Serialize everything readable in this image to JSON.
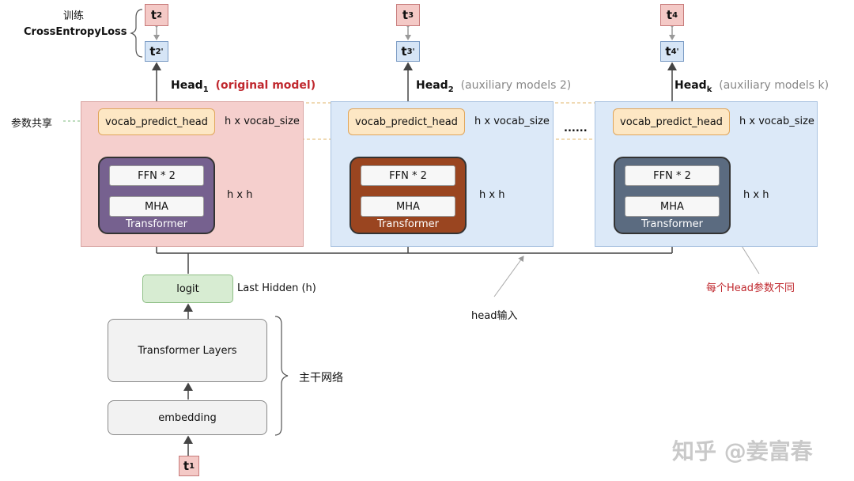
{
  "train_label": "训练",
  "loss_label": "CrossEntropyLoss",
  "heads": [
    {
      "target": "t",
      "target_sub": "2",
      "pred": "t",
      "pred_sub": "2'",
      "head_title": "Head",
      "head_sub": "1",
      "head_desc": "(original model)",
      "vocab": "vocab_predict_head",
      "vocab_dim": "h x vocab_size",
      "ffn": "FFN * 2",
      "mha": "MHA",
      "transformer": "Transformer",
      "hidden_dim": "h x h"
    },
    {
      "target": "t",
      "target_sub": "3",
      "pred": "t",
      "pred_sub": "3'",
      "head_title": "Head",
      "head_sub": "2",
      "head_desc": "(auxiliary models 2)",
      "vocab": "vocab_predict_head",
      "vocab_dim": "h x vocab_size",
      "ffn": "FFN * 2",
      "mha": "MHA",
      "transformer": "Transformer",
      "hidden_dim": "h x h"
    },
    {
      "target": "t",
      "target_sub": "4",
      "pred": "t",
      "pred_sub": "4'",
      "head_title": "Head",
      "head_sub": "k",
      "head_desc": "(auxiliary models k)",
      "vocab": "vocab_predict_head",
      "vocab_dim": "h x vocab_size",
      "ffn": "FFN * 2",
      "mha": "MHA",
      "transformer": "Transformer",
      "hidden_dim": "h x h"
    }
  ],
  "ellipsis": "......",
  "shared_params": "参数共享",
  "logit": "logit",
  "last_hidden": "Last Hidden (h)",
  "head_input": "head输入",
  "diff_params": "每个Head参数不同",
  "transformer_layers": "Transformer Layers",
  "embedding": "embedding",
  "backbone": "主干网络",
  "input_token": "t",
  "input_token_sub": "1",
  "watermark": "知乎 @姜富春",
  "colors": {
    "panel1": "#f5cfcd",
    "panel2": "#dce9f8",
    "panel3": "#dce9f8",
    "transformer1": "#76618f",
    "transformer2": "#9a4520",
    "transformer3": "#5b6b80",
    "red_text": "#c0282e",
    "grey_text": "#888888"
  }
}
